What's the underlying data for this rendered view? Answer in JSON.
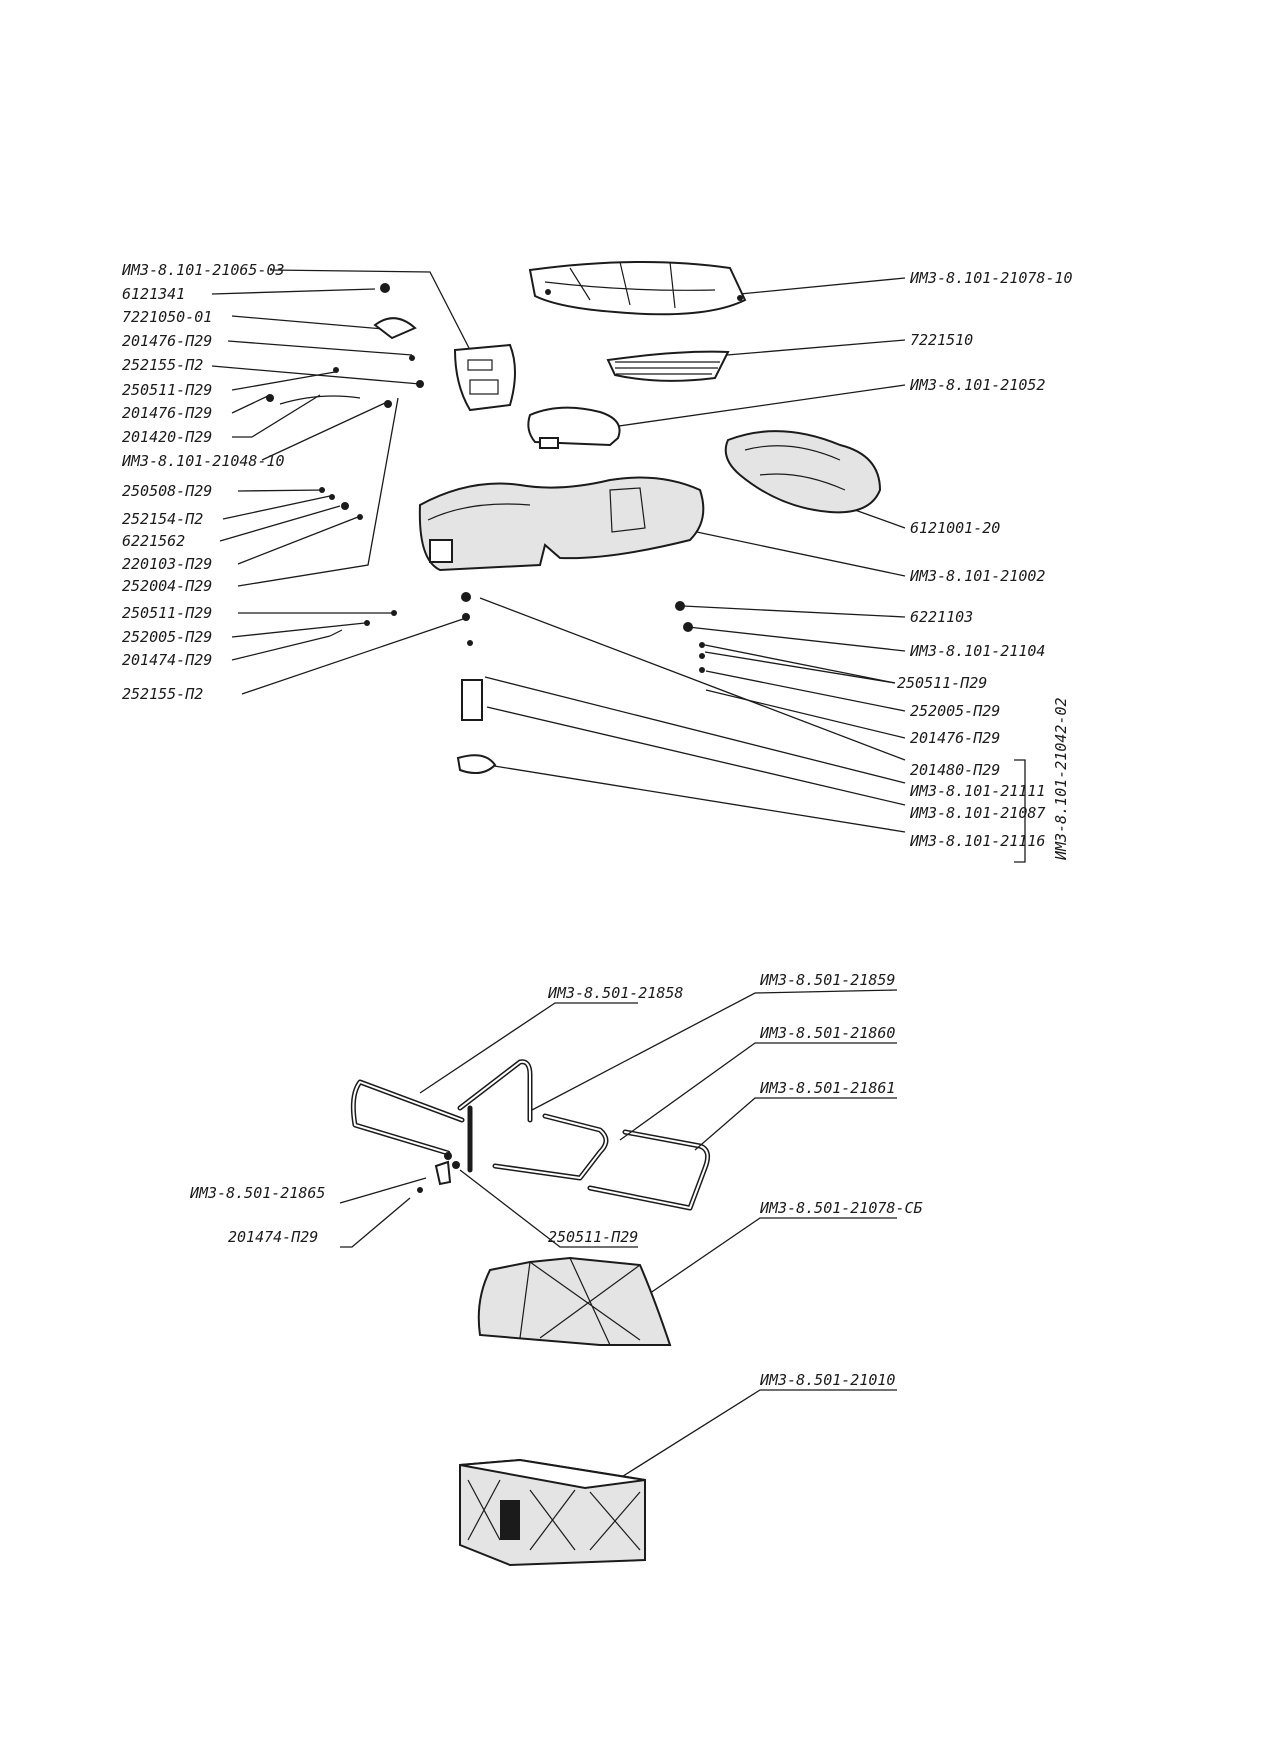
{
  "figure": {
    "colors": {
      "ink": "#1b1b1b",
      "paper": "#ffffff"
    },
    "left_labels": [
      "ИМЗ-8.101-21065-03",
      "6121341",
      "7221050-01",
      "201476-П29",
      "252155-П2",
      "250511-П29",
      "201476-П29",
      "201420-П29",
      "ИМЗ-8.101-21048-10",
      "250508-П29",
      "252154-П2",
      "6221562",
      "220103-П29",
      "252004-П29",
      "250511-П29",
      "252005-П29",
      "201474-П29",
      "252155-П2"
    ],
    "right_labels": [
      "ИМЗ-8.101-21078-10",
      "7221510",
      "ИМЗ-8.101-21052",
      "6121001-20",
      "ИМЗ-8.101-21002",
      "6221103",
      "ИМЗ-8.101-21104",
      "250511-П29",
      "252005-П29",
      "201476-П29",
      "201480-П29",
      "ИМЗ-8.101-21111",
      "ИМЗ-8.101-21087",
      "ИМЗ-8.101-21116"
    ],
    "assembly_label": "ИМЗ-8.101-21042-02",
    "lower_labels": [
      "ИМЗ-8.501-21858",
      "ИМЗ-8.501-21859",
      "ИМЗ-8.501-21860",
      "ИМЗ-8.501-21861",
      "ИМЗ-8.501-21865",
      "201474-П29",
      "250511-П29",
      "ИМЗ-8.501-21078-СБ",
      "ИМЗ-8.501-21010"
    ]
  }
}
